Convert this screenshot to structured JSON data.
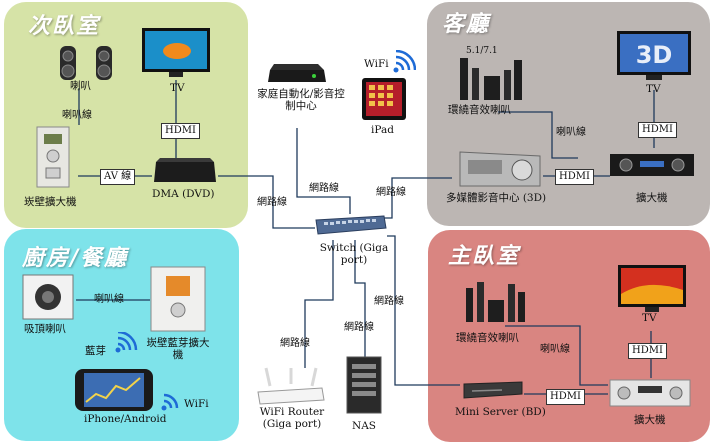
{
  "rooms": {
    "second_bedroom": "次臥室",
    "living_room": "客廳",
    "kitchen": "廚房/餐廳",
    "master_bedroom": "主臥室"
  },
  "devices": {
    "speaker": "喇叭",
    "tv_left": "TV",
    "wall_amp": "崁壁擴大機",
    "dma": "DMA (DVD)",
    "home_auto": "家庭自動化/影音控制中心",
    "ipad": "iPad",
    "wifi_top": "WiFi",
    "surround_51": "5.1/7.1",
    "surround_speaker_lr": "環繞音效喇叭",
    "tv_lr": "TV",
    "media_center": "多媒體影音中心 (3D)",
    "amp_lr": "擴大機",
    "switch": "Switch (Giga port)",
    "ceiling_speaker": "吸頂喇叭",
    "bluetooth": "藍芽",
    "bt_amp": "崁壁藍芽擴大機",
    "iphone": "iPhone/Android",
    "wifi_kitchen": "WiFi",
    "wifi_router": "WiFi Router (Giga port)",
    "nas": "NAS",
    "surround_speaker_mb": "環繞音效喇叭",
    "tv_mb": "TV",
    "mini_server": "Mini Server (BD)",
    "amp_mb": "擴大機"
  },
  "connections": {
    "speaker_wire_1": "喇叭線",
    "hdmi_1": "HDMI",
    "av_wire": "AV 線",
    "net_1": "網路線",
    "net_2": "網路線",
    "net_3": "網路線",
    "speaker_wire_2": "喇叭線",
    "hdmi_2": "HDMI",
    "hdmi_3": "HDMI",
    "speaker_wire_3": "喇叭線",
    "net_4": "網路線",
    "net_5": "網路線",
    "net_6": "網路線",
    "speaker_wire_4": "喇叭線",
    "hdmi_4": "HDMI",
    "hdmi_5": "HDMI"
  },
  "colors": {
    "second_bedroom_bg": "#d6e3a7",
    "living_room_bg": "#bcb6b3",
    "kitchen_bg": "#7ee3ea",
    "master_bedroom_bg": "#d98581",
    "wire": "#1f3a5c"
  }
}
